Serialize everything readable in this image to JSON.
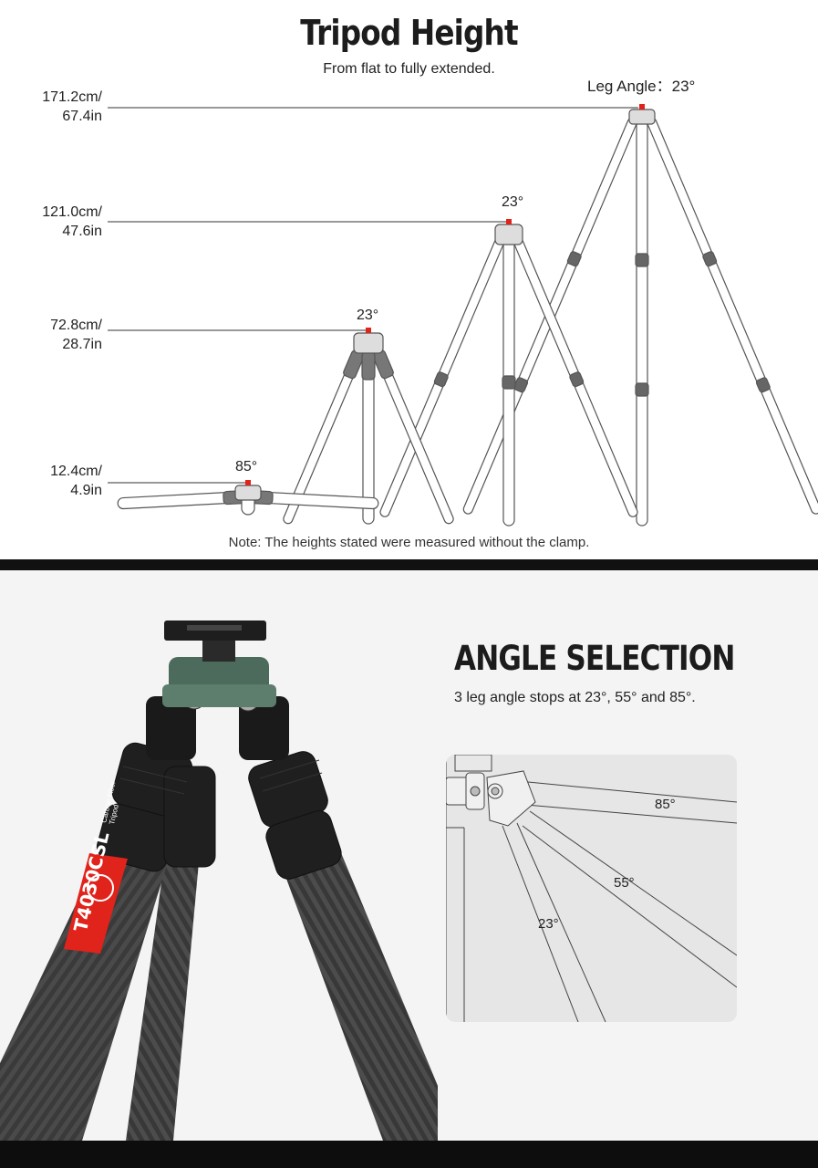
{
  "tripod_height": {
    "title": "Tripod Height",
    "subtitle": "From flat to fully extended.",
    "leg_angle_label": "Leg Angle：23°",
    "heights": [
      {
        "metric": "171.2cm/",
        "imperial": "67.4in"
      },
      {
        "metric": "121.0cm/",
        "imperial": "47.6in"
      },
      {
        "metric": "72.8cm/",
        "imperial": "28.7in"
      },
      {
        "metric": "12.4cm/",
        "imperial": "4.9in"
      }
    ],
    "angles": [
      "23°",
      "23°",
      "85°"
    ],
    "note": "Note: The heights stated were measured without the clamp."
  },
  "angle_selection": {
    "title": "ANGLE SELECTION",
    "description": "3 leg angle stops at 23°, 55° and 85°.",
    "diagram_angles": [
      "85°",
      "55°",
      "23°"
    ]
  },
  "product": {
    "model": "T4030CSL",
    "line1": "Carbon Fiber",
    "line2": "Tripod"
  },
  "colors": {
    "accent_red": "#e0231b",
    "head_green": "#4c6b5c",
    "carbon": "#3f3f3f",
    "grip": "#1e1e1e"
  }
}
